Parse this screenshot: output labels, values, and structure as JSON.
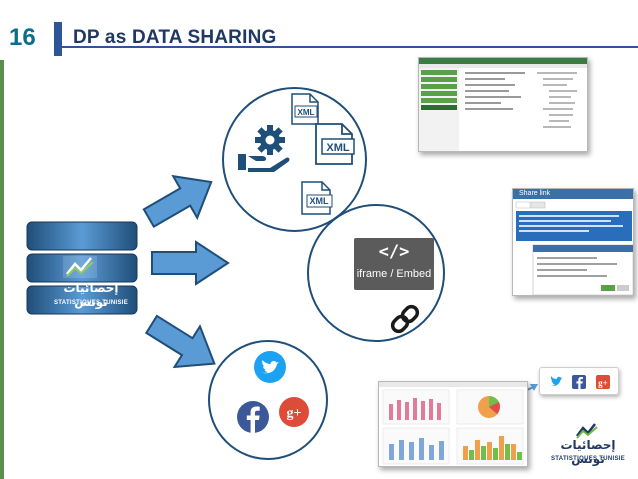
{
  "header": {
    "slide_number": "16",
    "title": "DP as DATA SHARING"
  },
  "logo": {
    "arabic": "إحصائيات تونس",
    "french": "STATISTIQUES TUNISIE"
  },
  "sharing_methods": {
    "api": {
      "icons": [
        "gear-icon",
        "hand-icon",
        "xml-file-icon",
        "xml-file-icon",
        "xml-file-icon"
      ],
      "file_labels": [
        "XML",
        "XML",
        "XML"
      ]
    },
    "embed": {
      "code_glyph": "</>",
      "label": "iframe / Embed",
      "icon": "link-icon"
    },
    "social": {
      "icons": [
        "twitter-icon",
        "facebook-icon",
        "google-plus-icon"
      ],
      "gplus_label": "g+"
    }
  },
  "screenshots": {
    "share_link_title": "Share link"
  },
  "colors": {
    "title": "#1f3864",
    "accent": "#2e5597",
    "slide_number": "#0d6d8c",
    "arrow_fill": "#5b9bd5",
    "twitter": "#1da1f2",
    "facebook": "#3b5998",
    "google_plus": "#dd4b39",
    "embed_box": "#5b5b5b"
  }
}
